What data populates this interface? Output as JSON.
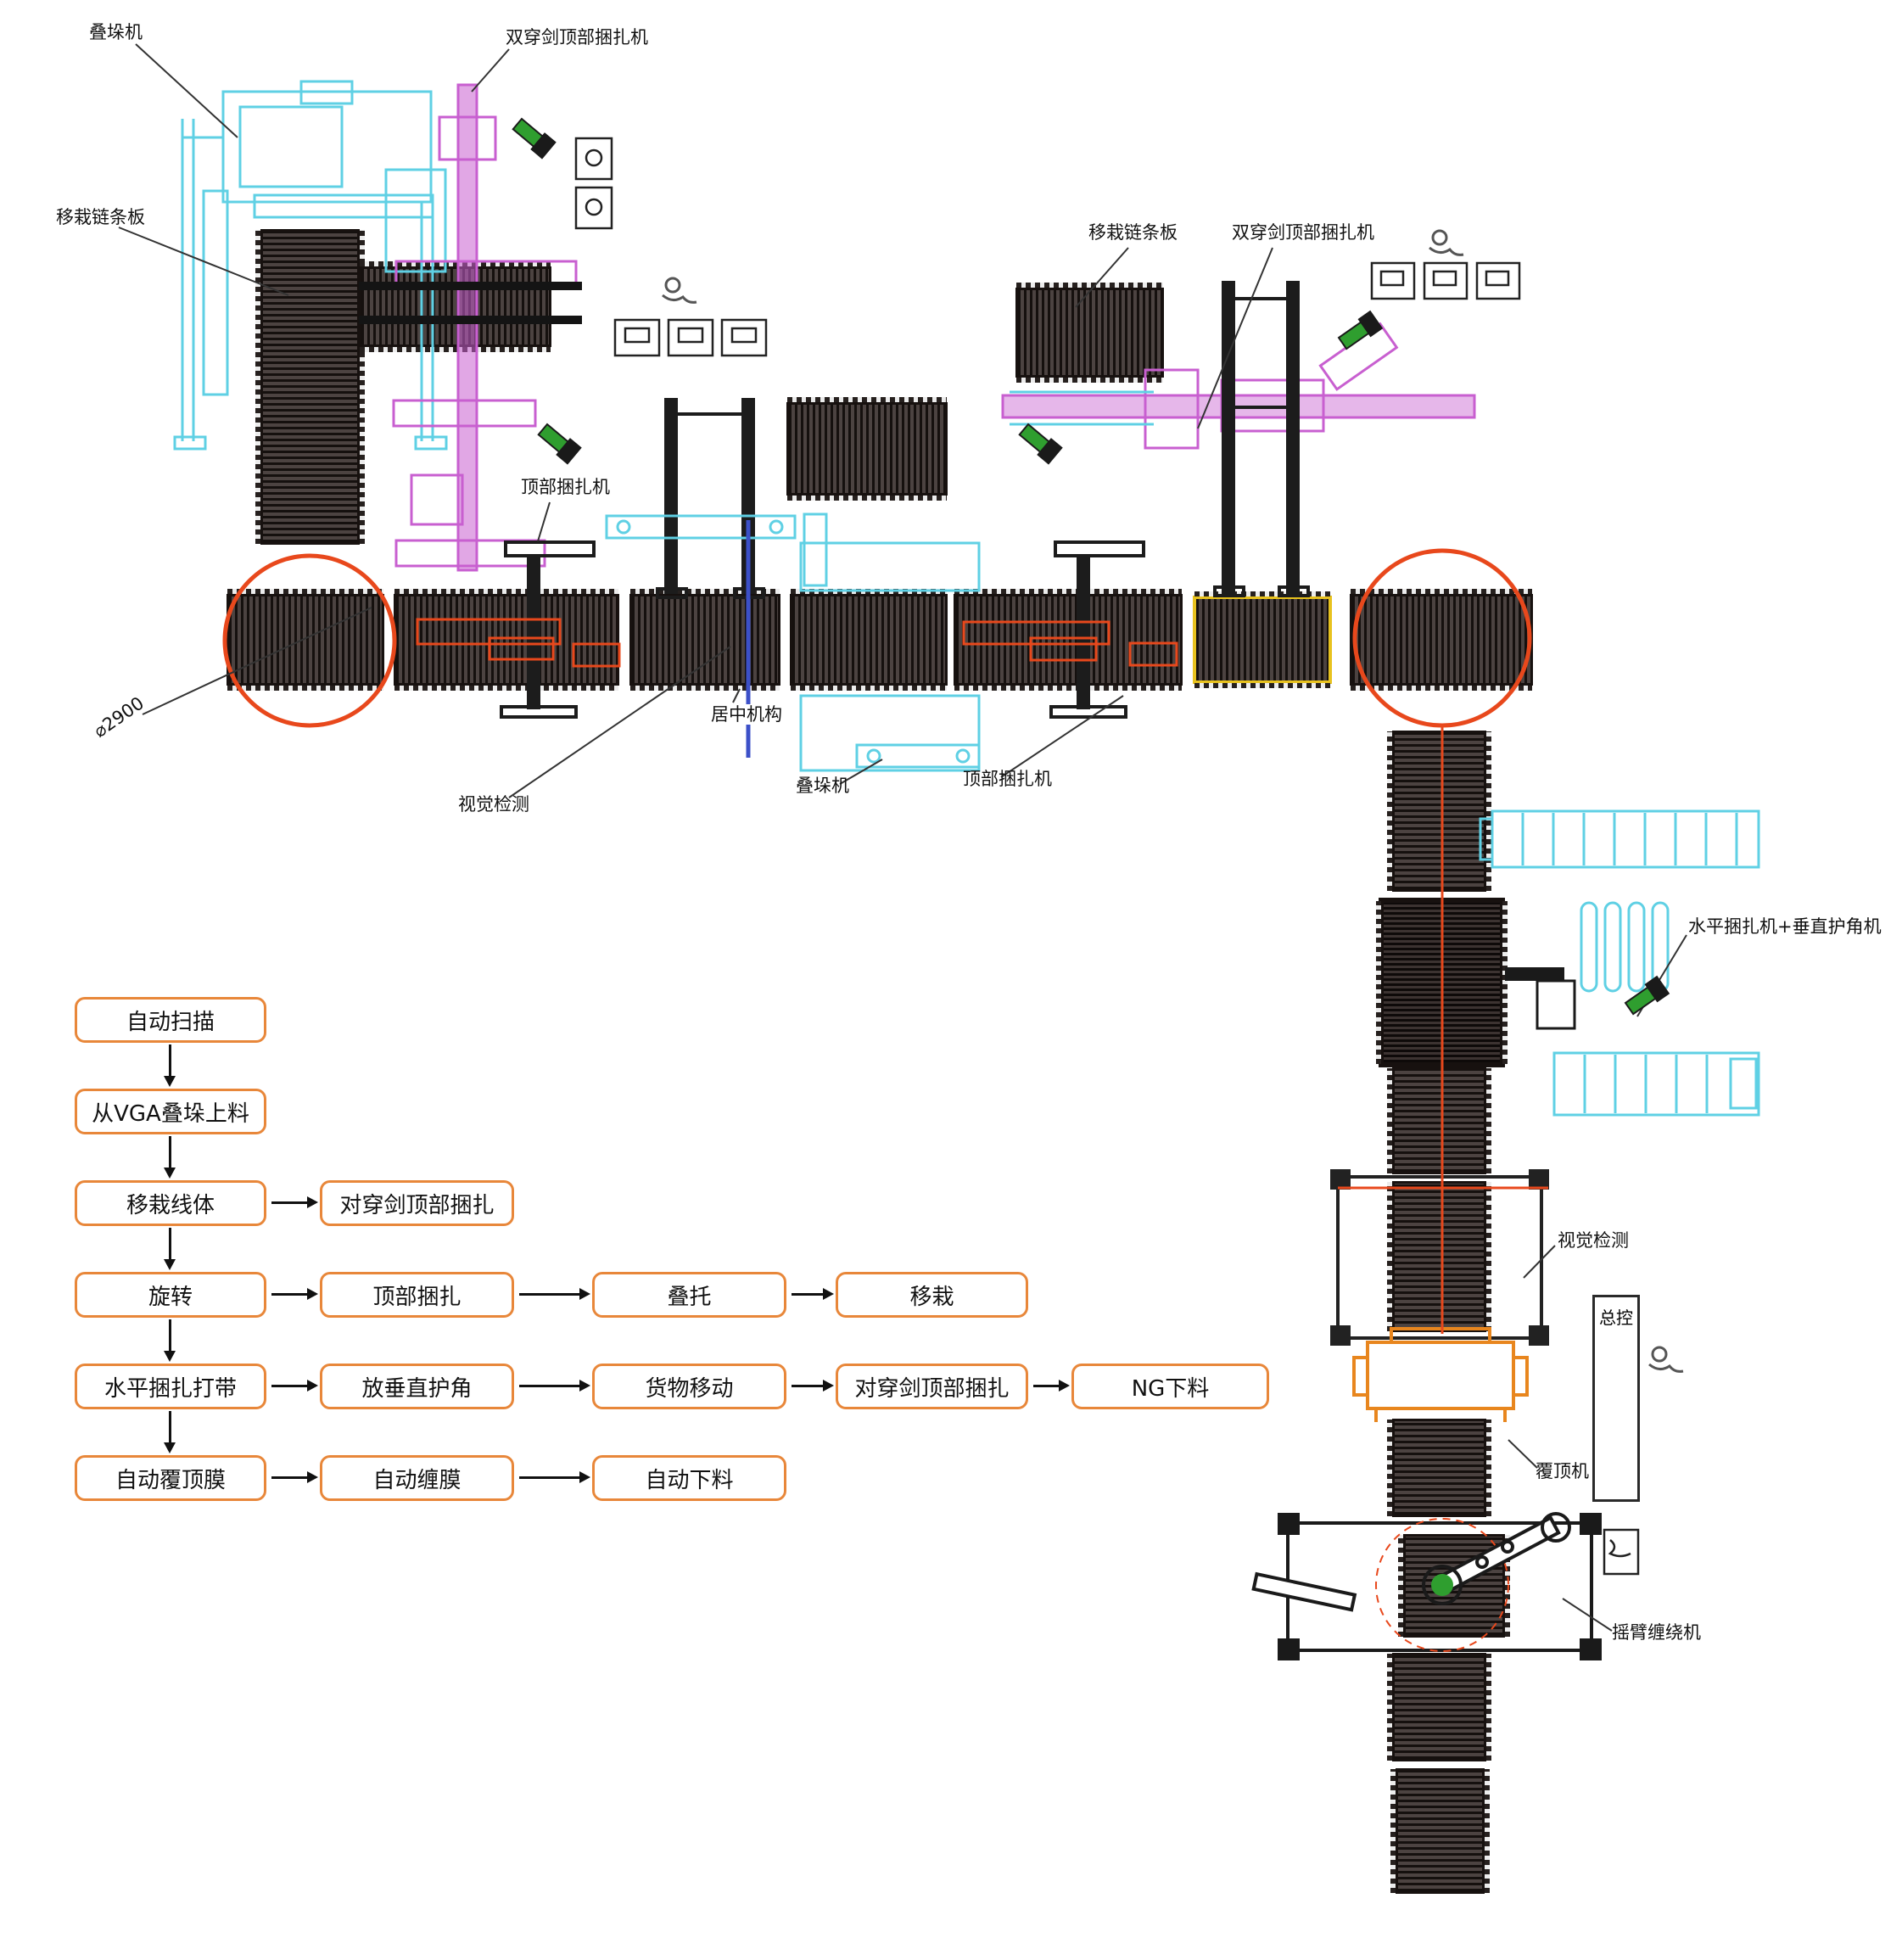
{
  "diagram": {
    "labels": {
      "stacker_top_left": "叠垛机",
      "double_sword_strapper_top": "双穿剑顶部捆扎机",
      "transfer_chain_left": "移栽链条板",
      "transfer_chain_right": "移栽链条板",
      "double_sword_strapper_right": "双穿剑顶部捆扎机",
      "top_strapper_upper": "顶部捆扎机",
      "centering_mechanism": "居中机构",
      "vision_inspect_left": "视觉检测",
      "stacker_mid": "叠垛机",
      "top_strapper_mid": "顶部捆扎机",
      "diameter_note": "⌀2900",
      "horizontal_strapper_corner": "水平捆扎机+垂直护角机",
      "vision_inspect_right": "视觉检测",
      "master_control": "总控",
      "top_cover_machine": "覆顶机",
      "rocker_wrapper": "摇臂缠绕机"
    },
    "colors": {
      "machine_cyan": "#5fd0e4",
      "machine_magenta": "#c85fd0",
      "conveyor_dark": "#4c4341",
      "highlight_red": "#e8481c",
      "highlight_yellow": "#e8c21e",
      "machine_orange": "#e8861e",
      "flow_accent": "#e8873a"
    }
  },
  "flowchart": {
    "nodes": [
      {
        "id": "auto_scan",
        "label": "自动扫描"
      },
      {
        "id": "vga_stack_load",
        "label": "从VGA叠垛上料"
      },
      {
        "id": "transfer_line",
        "label": "移栽线体"
      },
      {
        "id": "rotate",
        "label": "旋转"
      },
      {
        "id": "horizontal_strap",
        "label": "水平捆扎打带"
      },
      {
        "id": "auto_top_film",
        "label": "自动覆顶膜"
      },
      {
        "id": "cross_sword_top_strap_1",
        "label": "对穿剑顶部捆扎"
      },
      {
        "id": "top_strap",
        "label": "顶部捆扎"
      },
      {
        "id": "place_vertical_corner",
        "label": "放垂直护角"
      },
      {
        "id": "auto_wrap_film",
        "label": "自动缠膜"
      },
      {
        "id": "stack_pallet",
        "label": "叠托"
      },
      {
        "id": "cargo_move",
        "label": "货物移动"
      },
      {
        "id": "auto_unload",
        "label": "自动下料"
      },
      {
        "id": "transfer",
        "label": "移栽"
      },
      {
        "id": "cross_sword_top_strap_2",
        "label": "对穿剑顶部捆扎"
      },
      {
        "id": "ng_unload",
        "label": "NG下料"
      }
    ]
  }
}
